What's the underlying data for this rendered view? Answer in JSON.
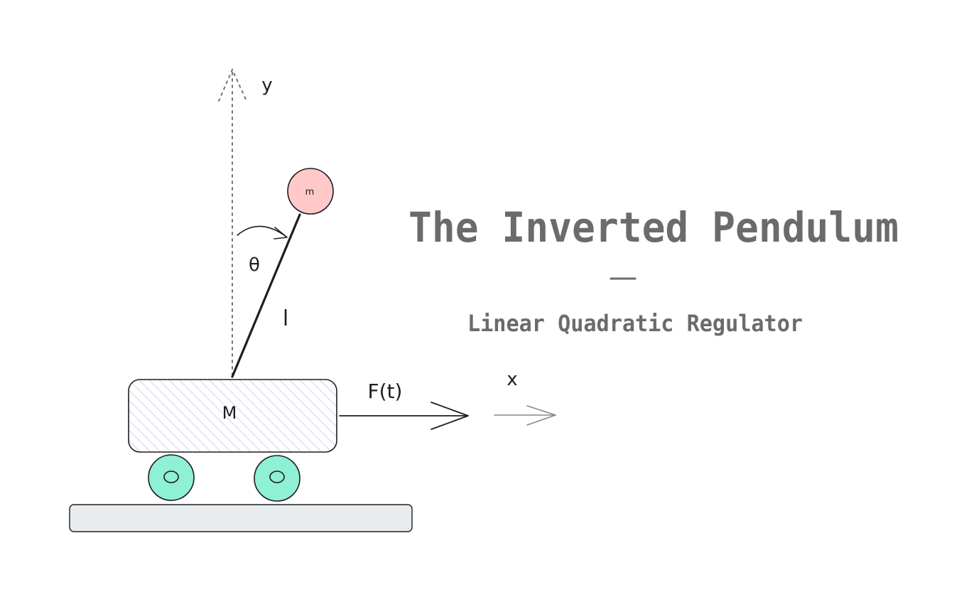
{
  "title": "The Inverted Pendulum",
  "subtitle": "Linear Quadratic Regulator",
  "labels": {
    "y_axis": "y",
    "x_axis": "x",
    "theta": "θ",
    "length": "l",
    "cart_mass": "M",
    "bob_mass": "m",
    "force": "F(t)"
  },
  "colors": {
    "ink": "#1e1e1e",
    "title": "#6b6b6b",
    "bob_fill": "#ffc9c9",
    "wheel_fill": "#8ef0d4",
    "cart_hatch": "#b8b0e8",
    "ground_fill": "#e9ecef",
    "axis_dotted": "#757575",
    "x_arrow": "#8a8a8a"
  }
}
